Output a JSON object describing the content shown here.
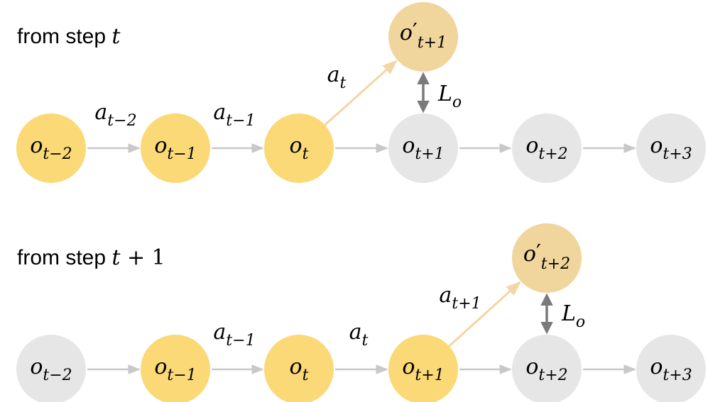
{
  "colors": {
    "past_node": "#fad976",
    "future_node": "#e6e6e6",
    "pred_node": "#f0d59d",
    "edge": "#c8c8c8",
    "pred_edge": "#f4d5a4",
    "loss_edge": "#7a7a7a"
  },
  "rows": [
    {
      "id": "row1",
      "title": {
        "prefix": "from step ",
        "math": "t",
        "suffix": ""
      },
      "nodes": [
        {
          "id": "r1-o-t-2",
          "base": "o",
          "prime": "",
          "sub": "t−2",
          "state": "past"
        },
        {
          "id": "r1-o-t-1",
          "base": "o",
          "prime": "",
          "sub": "t−1",
          "state": "past"
        },
        {
          "id": "r1-o-t",
          "base": "o",
          "prime": "",
          "sub": "t",
          "state": "past"
        },
        {
          "id": "r1-o-t+1",
          "base": "o",
          "prime": "",
          "sub": "t+1",
          "state": "future"
        },
        {
          "id": "r1-o-t+2",
          "base": "o",
          "prime": "",
          "sub": "t+2",
          "state": "future"
        },
        {
          "id": "r1-o-t+3",
          "base": "o",
          "prime": "",
          "sub": "t+3",
          "state": "future"
        }
      ],
      "action_labels": [
        {
          "base": "a",
          "sub": "t−2"
        },
        {
          "base": "a",
          "sub": "t−1"
        }
      ],
      "predicted": {
        "base": "o",
        "prime": "′",
        "sub": "t+1"
      },
      "pred_action": {
        "base": "a",
        "sub": "t"
      },
      "loss": {
        "base": "L",
        "sub": "o"
      }
    },
    {
      "id": "row2",
      "title": {
        "prefix": "from step ",
        "math": "t",
        "suffix": " + 1"
      },
      "nodes": [
        {
          "id": "r2-o-t-2",
          "base": "o",
          "prime": "",
          "sub": "t−2",
          "state": "future"
        },
        {
          "id": "r2-o-t-1",
          "base": "o",
          "prime": "",
          "sub": "t−1",
          "state": "past"
        },
        {
          "id": "r2-o-t",
          "base": "o",
          "prime": "",
          "sub": "t",
          "state": "past"
        },
        {
          "id": "r2-o-t+1",
          "base": "o",
          "prime": "",
          "sub": "t+1",
          "state": "past"
        },
        {
          "id": "r2-o-t+2",
          "base": "o",
          "prime": "",
          "sub": "t+2",
          "state": "future"
        },
        {
          "id": "r2-o-t+3",
          "base": "o",
          "prime": "",
          "sub": "t+3",
          "state": "future"
        }
      ],
      "action_labels": [
        {
          "base": "a",
          "sub": "t−1"
        },
        {
          "base": "a",
          "sub": "t"
        }
      ],
      "predicted": {
        "base": "o",
        "prime": "′",
        "sub": "t+2"
      },
      "pred_action": {
        "base": "a",
        "sub": "t+1"
      },
      "loss": {
        "base": "L",
        "sub": "o"
      }
    }
  ]
}
